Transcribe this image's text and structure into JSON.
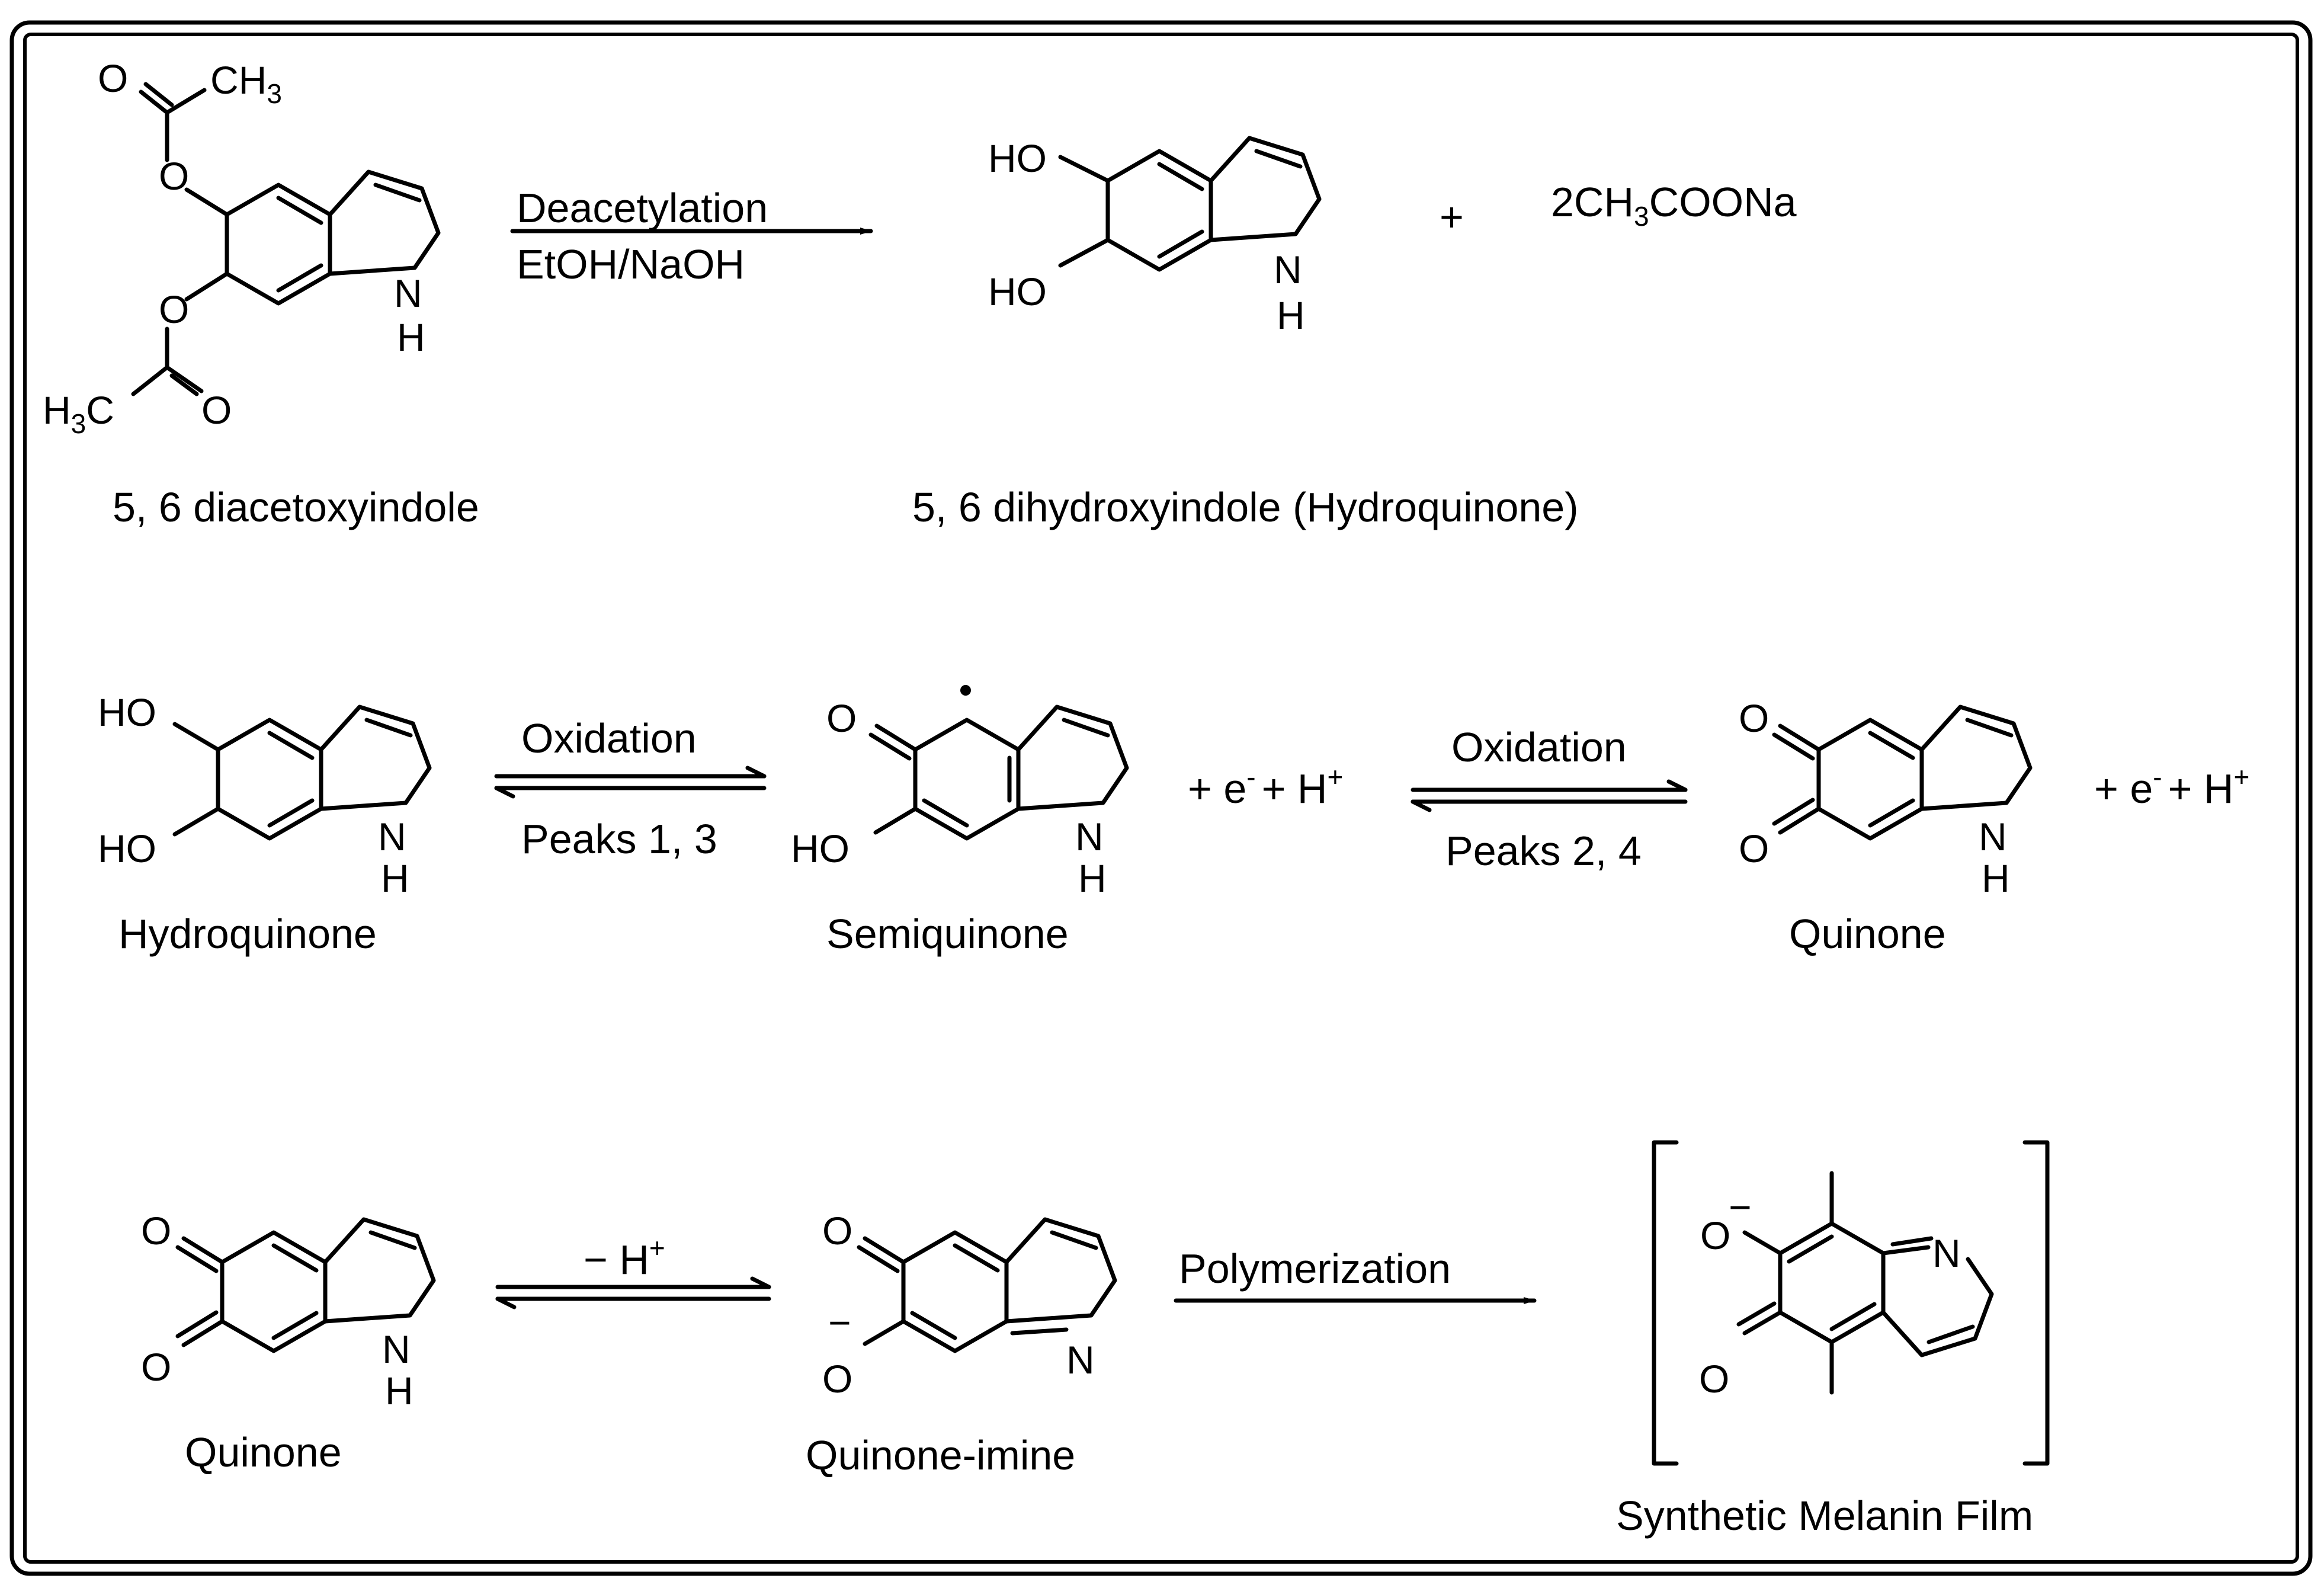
{
  "compounds": {
    "diacetoxyindole": "5, 6 diacetoxyindole",
    "dihydroxyindole": "5, 6 dihydroxyindole (Hydroquinone)",
    "hydroquinone": "Hydroquinone",
    "semiquinone": "Semiquinone",
    "quinone": "Quinone",
    "quinone_imine": "Quinone-imine",
    "melanin": "Synthetic Melanin Film"
  },
  "reactions": {
    "deacetylation": "Deacetylation",
    "conditions": "EtOH/NaOH",
    "oxidation_1": "Oxidation",
    "peaks_1": "Peaks 1, 3",
    "oxidation_2": "Oxidation",
    "peaks_2": "Peaks 2, 4",
    "deprotonation": "− H",
    "deprotonation_charge": "+",
    "polymerization": "Polymerization"
  },
  "byproducts": {
    "plus": "+",
    "sodium_acetate": {
      "prefix": "2CH",
      "sub": "3",
      "suffix": "COONa"
    },
    "electron_proton": "+ e",
    "electron_charge": "-",
    "proton": "+ H",
    "proton_charge": "+"
  },
  "atoms": {
    "O": "O",
    "N": "N",
    "H": "H",
    "HO": "HO",
    "C": "C",
    "H3C_H": "H",
    "CH3_CH": "CH",
    "sub3": "3",
    "minus": "−"
  }
}
